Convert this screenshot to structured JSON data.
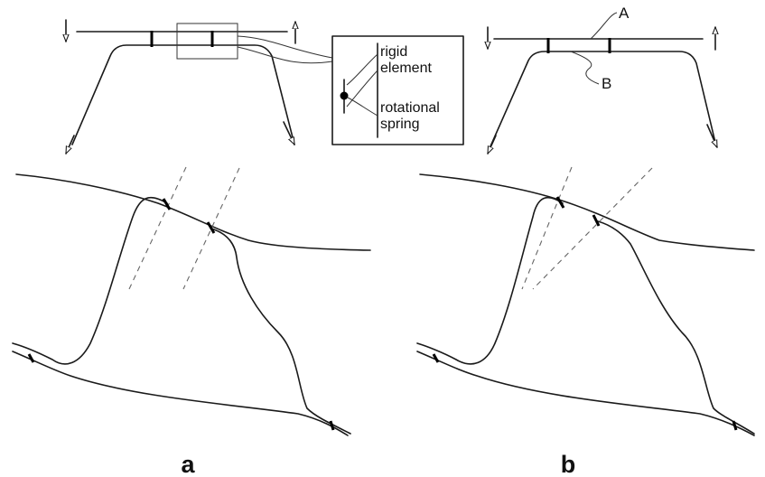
{
  "labels": {
    "inset_line1_top": "rigid",
    "inset_line2_top": "element",
    "inset_line1_bottom": "rotational",
    "inset_line2_bottom": "spring",
    "marker_a": "A",
    "marker_b": "B",
    "panel_a": "a",
    "panel_b": "b"
  },
  "colors": {
    "stroke": "#1a1a1a",
    "dashed": "#666666",
    "background": "#ffffff"
  }
}
